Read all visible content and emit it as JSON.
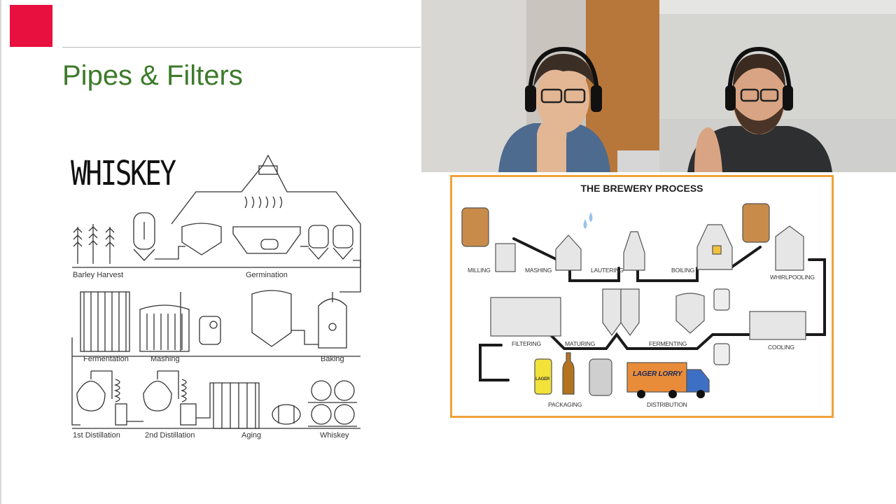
{
  "slide": {
    "title": "Pipes & Filters",
    "accent_color": "#e8103f",
    "title_color": "#3d7a2a"
  },
  "whiskey_diagram": {
    "heading": "WHISKEY",
    "stages": [
      "Barley Harvest",
      "Germination",
      "Fermentation",
      "Mashing",
      "Baking",
      "1st Distillation",
      "2nd Distillation",
      "Aging",
      "Whiskey"
    ]
  },
  "brewery_diagram": {
    "title": "THE BREWERY PROCESS",
    "border_color": "#f0a23a",
    "steps": [
      "MILLING",
      "MASHING",
      "LAUTERING",
      "BOILING",
      "WHIRLPOOLING",
      "FILTERING",
      "MATURING",
      "FERMENTING",
      "COOLING",
      "PACKAGING",
      "DISTRIBUTION"
    ],
    "truck_text": "LAGER LORRY",
    "can_text": "LAGER"
  },
  "video_feeds": [
    {
      "participant": "participant-1",
      "icon": "person-with-headset"
    },
    {
      "participant": "participant-2",
      "icon": "person-with-headset"
    }
  ]
}
